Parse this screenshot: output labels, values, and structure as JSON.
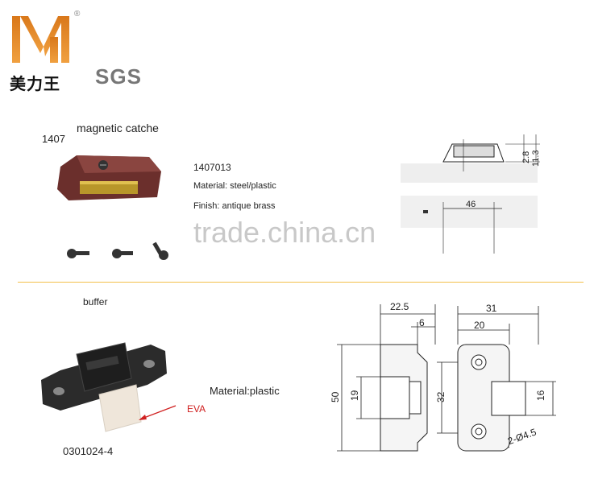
{
  "brand": {
    "logo_cn": "美力王",
    "registered": "®",
    "sgs": "SGS",
    "colors": {
      "logo_orange": "#e58a1f",
      "logo_dark": "#111111"
    }
  },
  "section1": {
    "title": "magnetic catche",
    "series": "1407",
    "code": "1407013",
    "material": "Material: steel/plastic",
    "finish": "Finish:  antique brass",
    "dims": {
      "height_small": "2.8",
      "height_total": "11.3",
      "width": "46"
    }
  },
  "watermark": "trade.china.cn",
  "section2": {
    "title": "buffer",
    "code": "0301024-4",
    "material": "Material:plastic",
    "eva_label": "EVA",
    "dims": {
      "side_top": "22.5",
      "side_small": "6",
      "side_height": "50",
      "side_inner": "19",
      "front_top": "31",
      "front_inner": "20",
      "front_height": "32",
      "front_right": "16",
      "hole_label": "2-Ø4.5"
    }
  }
}
